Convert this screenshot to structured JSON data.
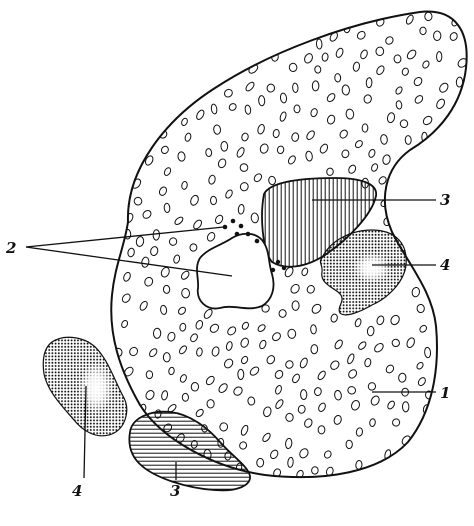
{
  "figure": {
    "labels": {
      "label_1": "1",
      "label_2": "2",
      "label_3_upper": "3",
      "label_3_lower": "3",
      "label_4_right": "4",
      "label_4_lower": "4"
    }
  },
  "colors": {
    "ink": "#111111",
    "paper": "#ffffff"
  }
}
